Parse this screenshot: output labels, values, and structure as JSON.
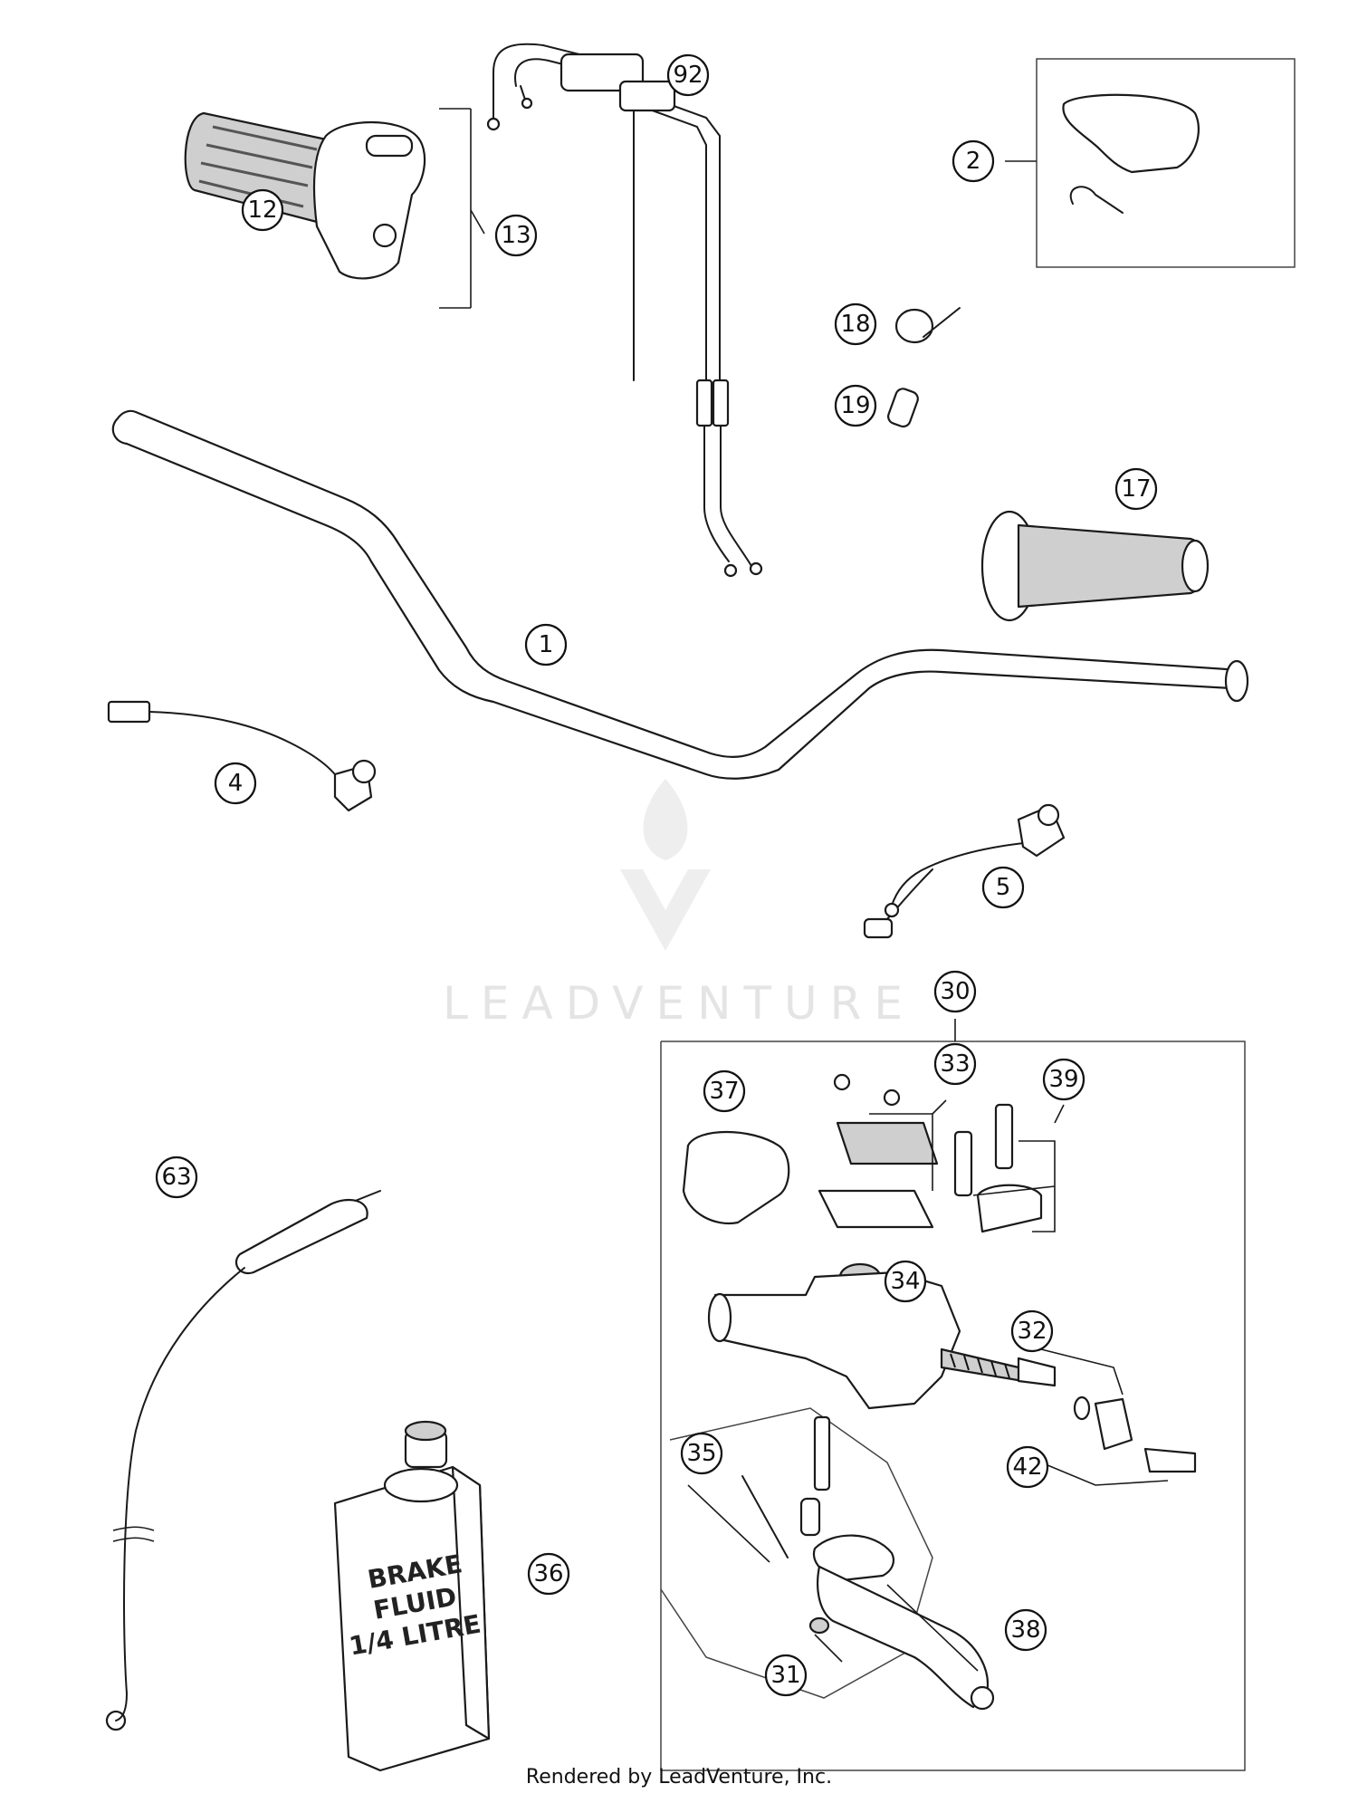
{
  "callouts": [
    {
      "id": "1",
      "label": "1"
    },
    {
      "id": "2",
      "label": "2"
    },
    {
      "id": "4",
      "label": "4"
    },
    {
      "id": "5",
      "label": "5"
    },
    {
      "id": "12",
      "label": "12"
    },
    {
      "id": "13",
      "label": "13"
    },
    {
      "id": "17",
      "label": "17"
    },
    {
      "id": "18",
      "label": "18"
    },
    {
      "id": "19",
      "label": "19"
    },
    {
      "id": "30",
      "label": "30"
    },
    {
      "id": "31",
      "label": "31"
    },
    {
      "id": "32",
      "label": "32"
    },
    {
      "id": "33",
      "label": "33"
    },
    {
      "id": "34",
      "label": "34"
    },
    {
      "id": "35",
      "label": "35"
    },
    {
      "id": "36",
      "label": "36"
    },
    {
      "id": "37",
      "label": "37"
    },
    {
      "id": "38",
      "label": "38"
    },
    {
      "id": "39",
      "label": "39"
    },
    {
      "id": "42",
      "label": "42"
    },
    {
      "id": "63",
      "label": "63"
    },
    {
      "id": "92",
      "label": "92"
    }
  ],
  "bottle_label": [
    "BRAKE",
    "FLUID",
    "1/4 LITRE"
  ],
  "watermark": "LEADVENTURE",
  "credit": "Rendered by LeadVenture, Inc."
}
